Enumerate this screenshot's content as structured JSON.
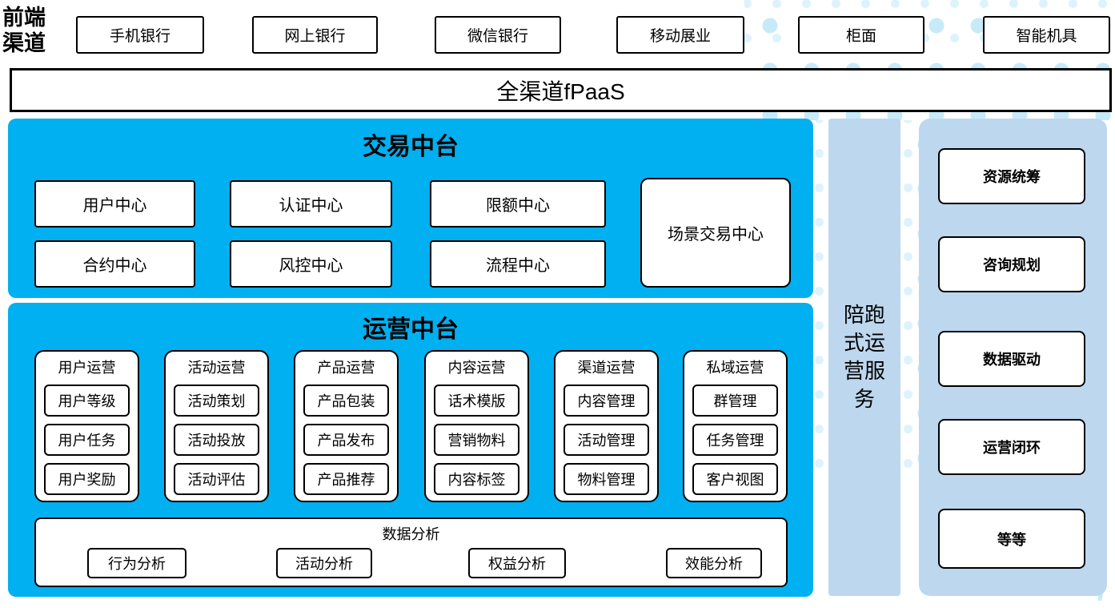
{
  "colors": {
    "accent_blue": "#00B0F0",
    "light_blue": "#BDD7EE",
    "dot_blue": "#C7EAF9"
  },
  "front_channels": {
    "label": "前端渠道",
    "items": [
      "手机银行",
      "网上银行",
      "微信银行",
      "移动展业",
      "柜面",
      "智能机具"
    ]
  },
  "fpaas": {
    "label": "全渠道fPaaS"
  },
  "trade": {
    "title": "交易中台",
    "row1": [
      "用户中心",
      "认证中心",
      "限额中心"
    ],
    "row2": [
      "合约中心",
      "风控中心",
      "流程中心"
    ],
    "tall_box": "场景交易中心"
  },
  "ops": {
    "title": "运营中台",
    "groups": [
      {
        "title": "用户运营",
        "items": [
          "用户等级",
          "用户任务",
          "用户奖励"
        ]
      },
      {
        "title": "活动运营",
        "items": [
          "活动策划",
          "活动投放",
          "活动评估"
        ]
      },
      {
        "title": "产品运营",
        "items": [
          "产品包装",
          "产品发布",
          "产品推荐"
        ]
      },
      {
        "title": "内容运营",
        "items": [
          "话术模版",
          "营销物料",
          "内容标签"
        ]
      },
      {
        "title": "渠道运营",
        "items": [
          "内容管理",
          "活动管理",
          "物料管理"
        ]
      },
      {
        "title": "私域运营",
        "items": [
          "群管理",
          "任务管理",
          "客户视图"
        ]
      }
    ],
    "analysis": {
      "title": "数据分析",
      "items": [
        "行为分析",
        "活动分析",
        "权益分析",
        "效能分析"
      ]
    }
  },
  "side_bar": {
    "label": "陪跑式运营服务"
  },
  "right_panel": {
    "items": [
      "资源统筹",
      "咨询规划",
      "数据驱动",
      "运营闭环",
      "等等"
    ]
  }
}
